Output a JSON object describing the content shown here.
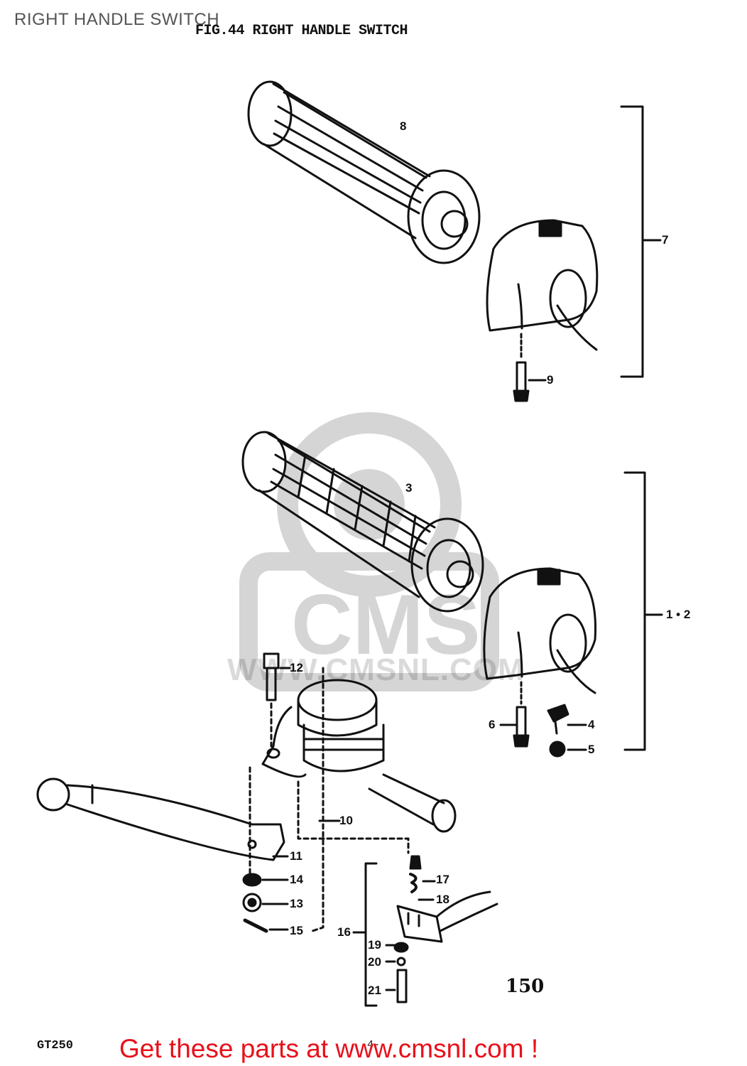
{
  "page_title": "RIGHT HANDLE SWITCH",
  "figure_title": "FIG.44  RIGHT HANDLE SWITCH",
  "watermark_text": "WWW.CMSNL.COM",
  "callouts": {
    "c1_2": "1 • 2",
    "c3": "3",
    "c4": "4",
    "c5": "5",
    "c6": "6",
    "c7": "7",
    "c8": "8",
    "c9": "9",
    "c10": "10",
    "c11": "11",
    "c12": "12",
    "c13": "13",
    "c14": "14",
    "c15": "15",
    "c16": "16",
    "c17": "17",
    "c18": "18",
    "c19": "19",
    "c20": "20",
    "c21": "21"
  },
  "model": "GT250",
  "page_number": "150",
  "sub_number": "-4-",
  "footer_link": "Get these parts at www.cmsnl.com !",
  "colors": {
    "footer_link": "#e8101a",
    "title": "#555555"
  }
}
